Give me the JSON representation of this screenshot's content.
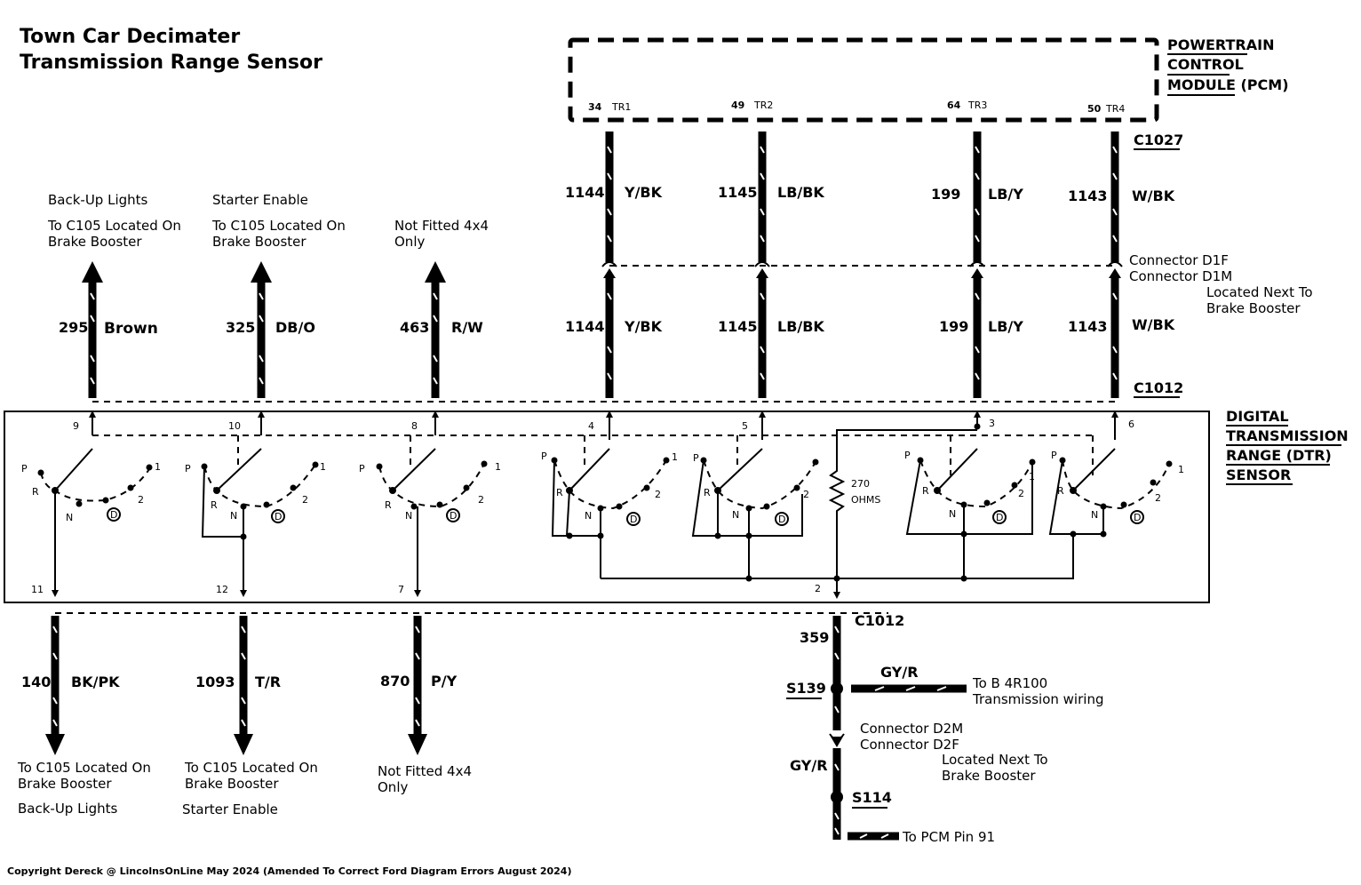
{
  "title": {
    "line1": "Town Car Decimater",
    "line2": "Transmission Range Sensor"
  },
  "pcm": {
    "label_lines": [
      "POWERTRAIN",
      "CONTROL",
      "MODULE (PCM)"
    ],
    "pins": [
      {
        "num": "34",
        "name": "TR1"
      },
      {
        "num": "49",
        "name": "TR2"
      },
      {
        "num": "64",
        "name": "TR3"
      },
      {
        "num": "50",
        "name": "TR4"
      }
    ]
  },
  "connectors": {
    "c1027": "C1027",
    "c1012_top": "C1012",
    "c1012_bottom": "C1012",
    "d1f": "Connector D1F",
    "d1m": "Connector D1M",
    "d1_loc1": "Located Next To",
    "d1_loc2": "Brake Booster",
    "d2m": "Connector D2M",
    "d2f": "Connector D2F",
    "d2_loc1": "Located Next To",
    "d2_loc2": "Brake Booster"
  },
  "pcm_wires_upper": [
    {
      "circuit": "1144",
      "color": "Y/BK"
    },
    {
      "circuit": "1145",
      "color": "LB/BK"
    },
    {
      "circuit": "199",
      "color": "LB/Y"
    },
    {
      "circuit": "1143",
      "color": "W/BK"
    }
  ],
  "pcm_wires_lower": [
    {
      "circuit": "1144",
      "color": "Y/BK"
    },
    {
      "circuit": "1145",
      "color": "LB/BK"
    },
    {
      "circuit": "199",
      "color": "LB/Y"
    },
    {
      "circuit": "1143",
      "color": "W/BK"
    }
  ],
  "top_outputs": [
    {
      "circuit": "295",
      "color": "Brown",
      "line1": "Back-Up Lights",
      "line2": "To C105 Located On",
      "line3": "Brake Booster"
    },
    {
      "circuit": "325",
      "color": "DB/O",
      "line1": "Starter Enable",
      "line2": "To C105 Located On",
      "line3": "Brake Booster"
    },
    {
      "circuit": "463",
      "color": "R/W",
      "line1": "Not Fitted 4x4",
      "line2": "Only"
    }
  ],
  "bottom_outputs": [
    {
      "circuit": "140",
      "color": "BK/PK",
      "line1": "To C105 Located On",
      "line2": "Brake Booster",
      "line3": "Back-Up Lights"
    },
    {
      "circuit": "1093",
      "color": "T/R",
      "line1": "To C105 Located On",
      "line2": "Brake Booster",
      "line3": "Starter Enable"
    },
    {
      "circuit": "870",
      "color": "P/Y",
      "line1": "Not Fitted 4x4",
      "line2": "Only"
    }
  ],
  "dtr": {
    "label_lines": [
      "DIGITAL",
      "TRANSMISSION",
      "RANGE (DTR)",
      "SENSOR"
    ],
    "top_pins": [
      "9",
      "10",
      "8",
      "4",
      "5",
      "3",
      "6"
    ],
    "bottom_pins": [
      "11",
      "12",
      "7",
      "2"
    ],
    "resistor_value": "270",
    "resistor_unit": "OHMS",
    "switch_positions": {
      "p": "P",
      "r": "R",
      "n": "N",
      "d": "D",
      "two": "2",
      "one": "1"
    }
  },
  "ground": {
    "circuit": "359",
    "splice1": "S139",
    "branch_color": "GY/R",
    "branch_line1": "To B 4R100",
    "branch_line2": "Transmission wiring",
    "lower_color": "GY/R",
    "splice2": "S114",
    "pcm_note": "To PCM Pin 91"
  },
  "copyright": "Copyright Dereck @ LincolnsOnLine May 2024 (Amended To Correct Ford Diagram Errors August 2024)"
}
